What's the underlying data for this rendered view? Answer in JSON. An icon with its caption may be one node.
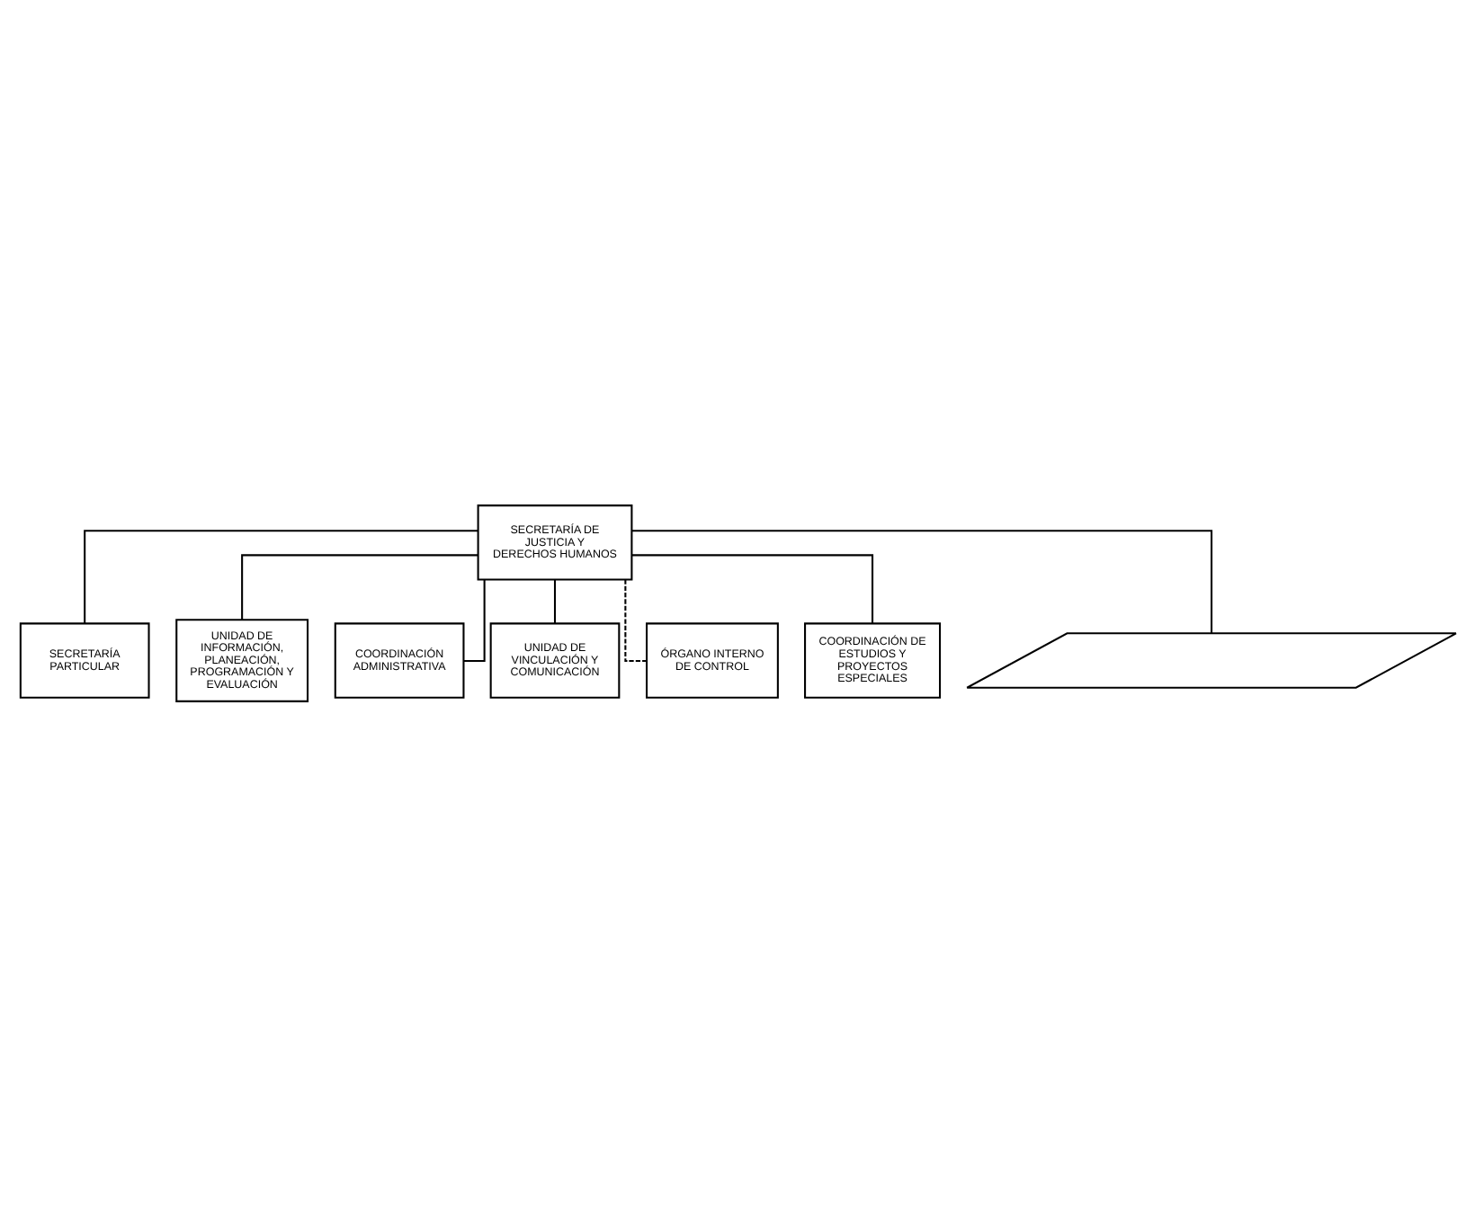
{
  "diagram": {
    "nodes": [
      {
        "text": [
          "SECRETARÍA DE JUSTICIA Y DERECHOS HUMANOS"
        ]
      },
      {
        "text": [
          "SECRETARÍA PARTICULAR"
        ]
      },
      {
        "text": [
          "UNIDAD DE INFORMACIÓN, PLANEACIÓN, PROGRAMACIÓN Y EVALUACIÓN"
        ]
      },
      {
        "text": [
          "COORDINACIÓN ADMINISTRATIVA"
        ]
      },
      {
        "text": [
          "UNIDAD DE VINCULACIÓN Y COMUNICACIÓN"
        ]
      },
      {
        "text": [
          "ÓRGANO INTERNO DE CONTROL"
        ]
      },
      {
        "text": [
          "COORDINACIÓN DE ESTUDIOS Y PROYECTOS ESPECIALES"
        ]
      },
      {
        "text": [],
        "shape": "parallelogram"
      }
    ],
    "edges": [
      {
        "from": 0,
        "to": 1,
        "arrow": "none"
      },
      {
        "from": 0,
        "to": 2,
        "arrow": "none"
      },
      {
        "from": 0,
        "to": 3,
        "arrow": "none"
      },
      {
        "from": 0,
        "to": 4,
        "arrow": "none"
      },
      {
        "from": 0,
        "to": 5,
        "arrow": "none",
        "style": "dashed"
      },
      {
        "from": 0,
        "to": 6,
        "arrow": "none"
      },
      {
        "from": 0,
        "to": 7,
        "arrow": "none"
      }
    ]
  }
}
